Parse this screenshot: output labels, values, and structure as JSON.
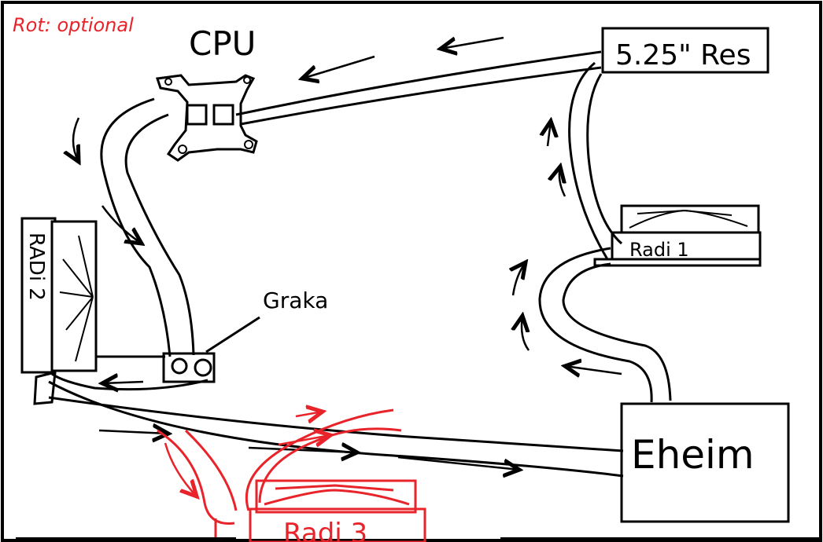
{
  "note": {
    "text": "Rot: optional",
    "color": "#e8232a"
  },
  "labels": {
    "cpu": "CPU",
    "reservoir": "5.25\" Res",
    "radi1": "Radi 1",
    "radi2": "RADi 2",
    "radi3": "Radi 3",
    "gpu": "Graka",
    "pump": "Eheim"
  },
  "colors": {
    "ink": "#000000",
    "optional": "#e8232a",
    "background": "#ffffff"
  }
}
